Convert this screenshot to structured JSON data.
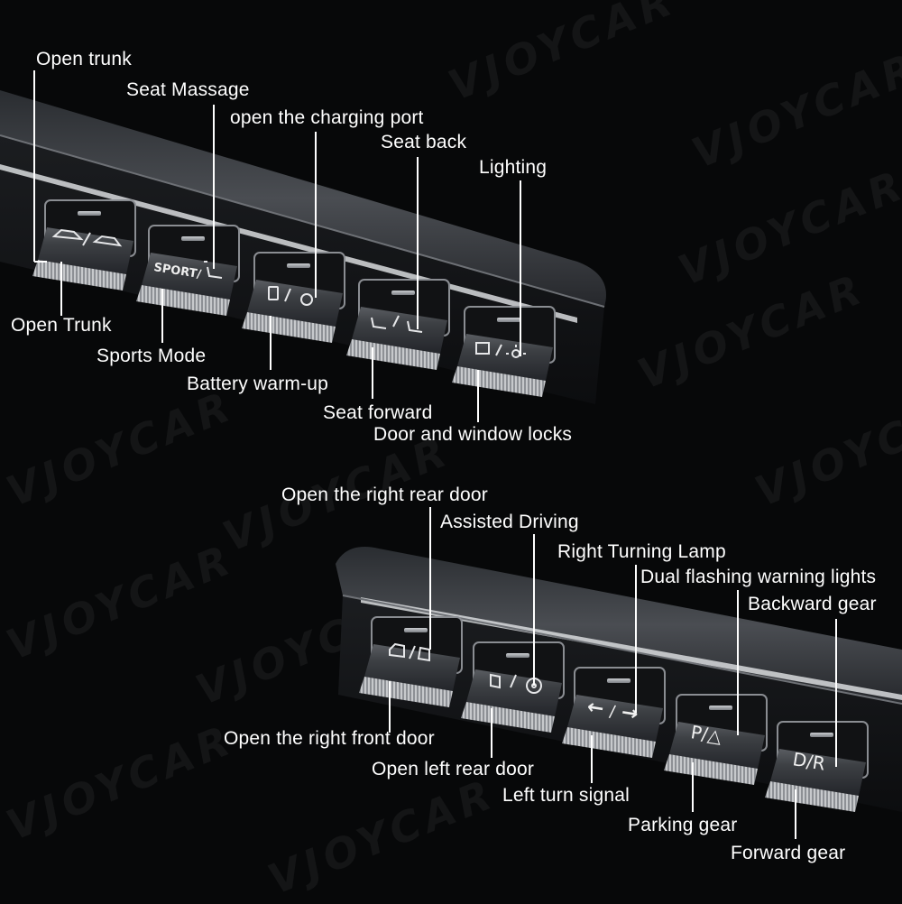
{
  "watermark": "VJOYCAR",
  "top_labels": {
    "open_trunk_top": "Open trunk",
    "seat_massage": "Seat Massage",
    "charging_port": "open the charging port",
    "seat_back": "Seat back",
    "lighting": "Lighting",
    "open_trunk": "Open Trunk",
    "sports_mode": "Sports Mode",
    "battery_warmup": "Battery warm-up",
    "seat_forward": "Seat forward",
    "door_window_locks": "Door and window locks"
  },
  "top_buttons": {
    "b1_icon": "car-icon",
    "b2_text": "SPORT/",
    "b2_icon": "seat-icon",
    "b3_icon": "battery-plug-icon",
    "b4_icon": "seat-adjust-icon",
    "b5_icon": "lock-sun-icon"
  },
  "bottom_labels": {
    "right_rear_door": "Open the right rear door",
    "assisted_driving": "Assisted Driving",
    "right_turn": "Right Turning Lamp",
    "dual_flashing": "Dual flashing warning lights",
    "backward_gear": "Backward gear",
    "right_front_door": "Open the right front door",
    "left_rear_door": "Open left rear door",
    "left_turn": "Left turn signal",
    "parking_gear": "Parking gear",
    "forward_gear": "Forward gear"
  },
  "bottom_buttons": {
    "b1_icon": "door-icon",
    "b2_icon": "steering-wheel-icon",
    "b3_text_left": "←",
    "b3_text_sep": "/",
    "b3_text_right": "→",
    "b4_text": "P/△",
    "b5_text": "D/R"
  },
  "colors": {
    "background": "#070809",
    "bar_top": "#3a3d41",
    "bar_front": "#15171a",
    "label": "#ffffff"
  }
}
